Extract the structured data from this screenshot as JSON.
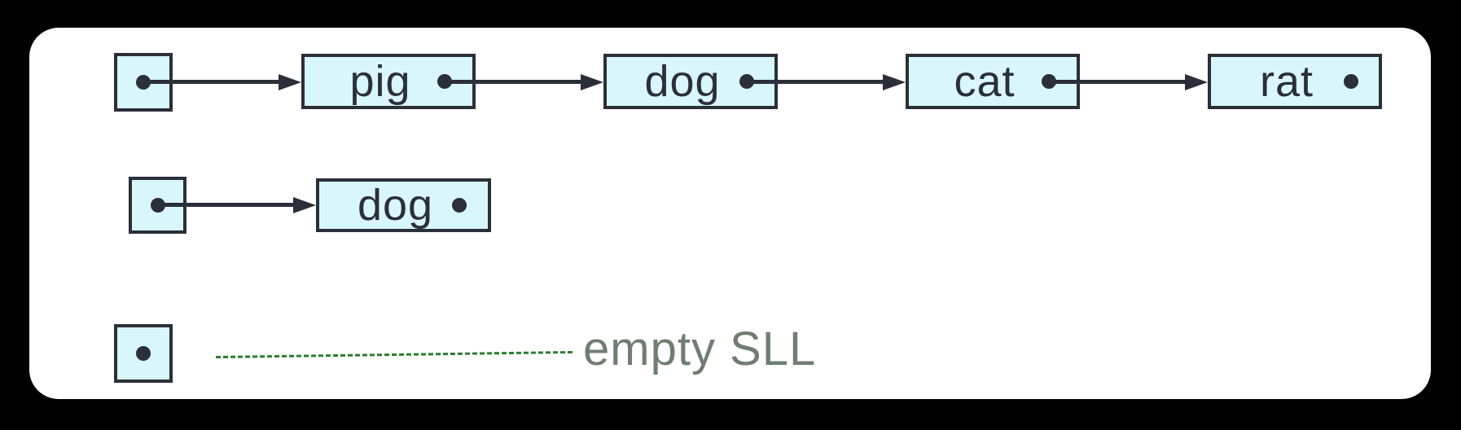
{
  "diagram": {
    "description": "Singly linked list (SLL) diagrams: a four-node list, a one-node list, and an empty list",
    "colors": {
      "background": "#000000",
      "card": "#ffffff",
      "node-fill": "#d9f7fa",
      "ink": "#2b2f3a",
      "dashed-line": "#2e7d32",
      "annotation-text": "#6f7e70"
    },
    "lists": [
      {
        "name": "four-node-list",
        "nodes": [
          {
            "label": "pig"
          },
          {
            "label": "dog"
          },
          {
            "label": "cat"
          },
          {
            "label": "rat"
          }
        ]
      },
      {
        "name": "one-node-list",
        "nodes": [
          {
            "label": "dog"
          }
        ]
      },
      {
        "name": "empty-list",
        "nodes": [],
        "annotation": "empty SLL"
      }
    ]
  }
}
